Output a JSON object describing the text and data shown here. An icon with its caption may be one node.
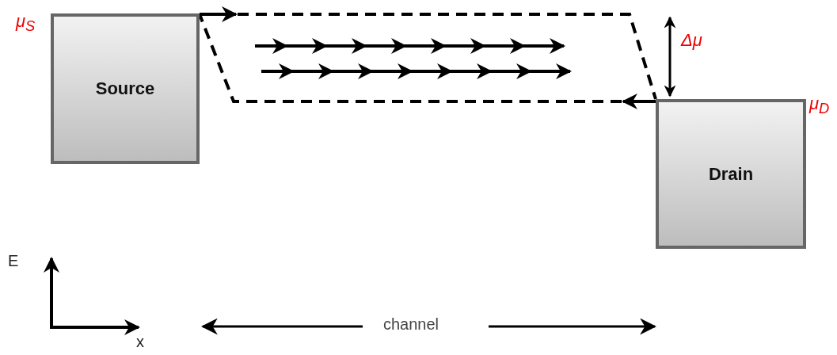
{
  "diagram": {
    "nodes": [
      {
        "text": [
          "Source"
        ],
        "beside": [
          "μ$_{S}$"
        ]
      },
      {
        "text": [
          "Drain"
        ],
        "beside": [
          "μ$_{D}$"
        ]
      }
    ],
    "edges": [],
    "labels": [
      "Δμ",
      "E",
      "x",
      "channel"
    ]
  }
}
